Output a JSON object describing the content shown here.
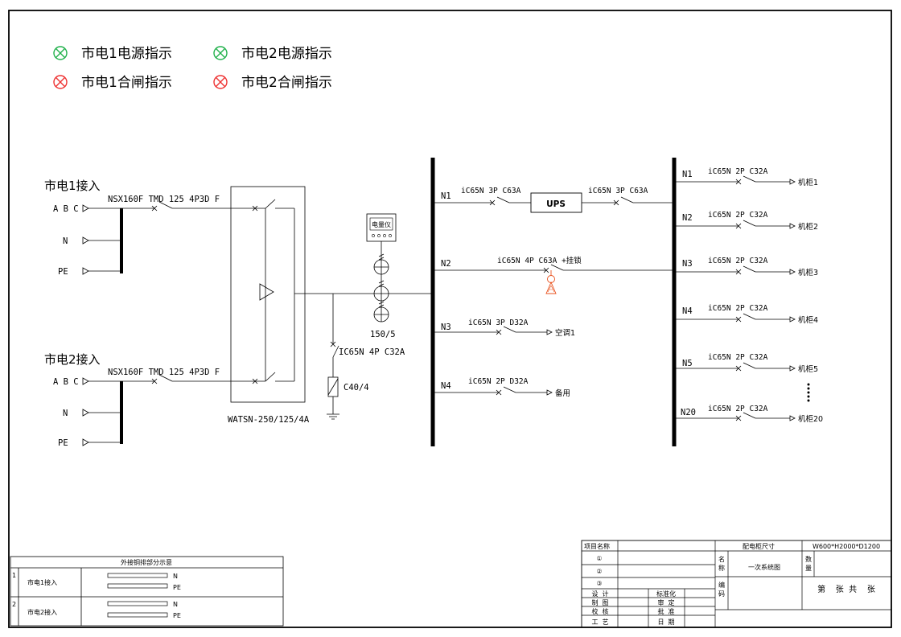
{
  "legend": {
    "items": [
      {
        "label": "市电1电源指示",
        "color": "#22b14c"
      },
      {
        "label": "市电2电源指示",
        "color": "#22b14c"
      },
      {
        "label": "市电1合闸指示",
        "color": "#ee3333"
      },
      {
        "label": "市电2合闸指示",
        "color": "#ee3333"
      }
    ]
  },
  "incoming": [
    {
      "title": "市电1接入",
      "abc": "A B C",
      "n": "N",
      "pe": "PE",
      "breaker": "NSX160F TMD 125 4P3D F"
    },
    {
      "title": "市电2接入",
      "abc": "A B C",
      "n": "N",
      "pe": "PE",
      "breaker": "NSX160F TMD 125 4P3D F"
    }
  ],
  "ats": {
    "label": "WATSN-250/125/4A"
  },
  "metering": {
    "meter_label": "电量仪",
    "ct_ratio": "150/5"
  },
  "spd": {
    "breaker": "IC65N 4P C32A",
    "label": "C40/4"
  },
  "left_bus": {
    "feeders": [
      {
        "id": "N1",
        "breaker": "iC65N 3P C63A"
      },
      {
        "id": "N2",
        "breaker": "iC65N 4P C63A +挂锁"
      },
      {
        "id": "N3",
        "breaker": "iC65N 3P D32A",
        "load": "空调1"
      },
      {
        "id": "N4",
        "breaker": "iC65N 2P D32A",
        "load": "备用"
      }
    ],
    "ups_label": "UPS",
    "ups_out_breaker": "iC65N 3P C63A"
  },
  "right_bus": {
    "feeders": [
      {
        "id": "N1",
        "breaker": "iC65N 2P C32A",
        "load": "机柜1"
      },
      {
        "id": "N2",
        "breaker": "iC65N 2P C32A",
        "load": "机柜2"
      },
      {
        "id": "N3",
        "breaker": "iC65N 2P C32A",
        "load": "机柜3"
      },
      {
        "id": "N4",
        "breaker": "iC65N 2P C32A",
        "load": "机柜4"
      },
      {
        "id": "N5",
        "breaker": "iC65N 2P C32A",
        "load": "机柜5"
      },
      {
        "id": "N20",
        "breaker": "iC65N 2P C32A",
        "load": "机柜20"
      }
    ]
  },
  "copper_table": {
    "title": "外接铜排部分示意",
    "rows": [
      {
        "no": "1",
        "name": "市电1接入",
        "bars": [
          "N",
          "PE"
        ]
      },
      {
        "no": "2",
        "name": "市电2接入",
        "bars": [
          "N",
          "PE"
        ]
      }
    ]
  },
  "title_block": {
    "project_name_label": "项目名称",
    "cabinet_size_label": "配电柜尺寸",
    "cabinet_size_value": "W600*H2000*D1200",
    "rev1": "①",
    "rev2": "②",
    "rev3": "③",
    "name_label_1": "名",
    "name_label_2": "称",
    "drawing_name": "一次系统图",
    "qty_label_1": "数",
    "qty_label_2": "量",
    "code_label_1": "编",
    "code_label_2": "码",
    "sheet_text": "第    张  共    张",
    "design": "设  计",
    "drawing": "制  图",
    "check": "校  核",
    "process": "工  艺",
    "standard": "标准化",
    "review": "审  定",
    "approve": "批  准",
    "date": "日  期"
  },
  "colors": {
    "green_indicator": "#22b14c",
    "red_indicator": "#ee3333",
    "lock_color": "#e8501c"
  }
}
